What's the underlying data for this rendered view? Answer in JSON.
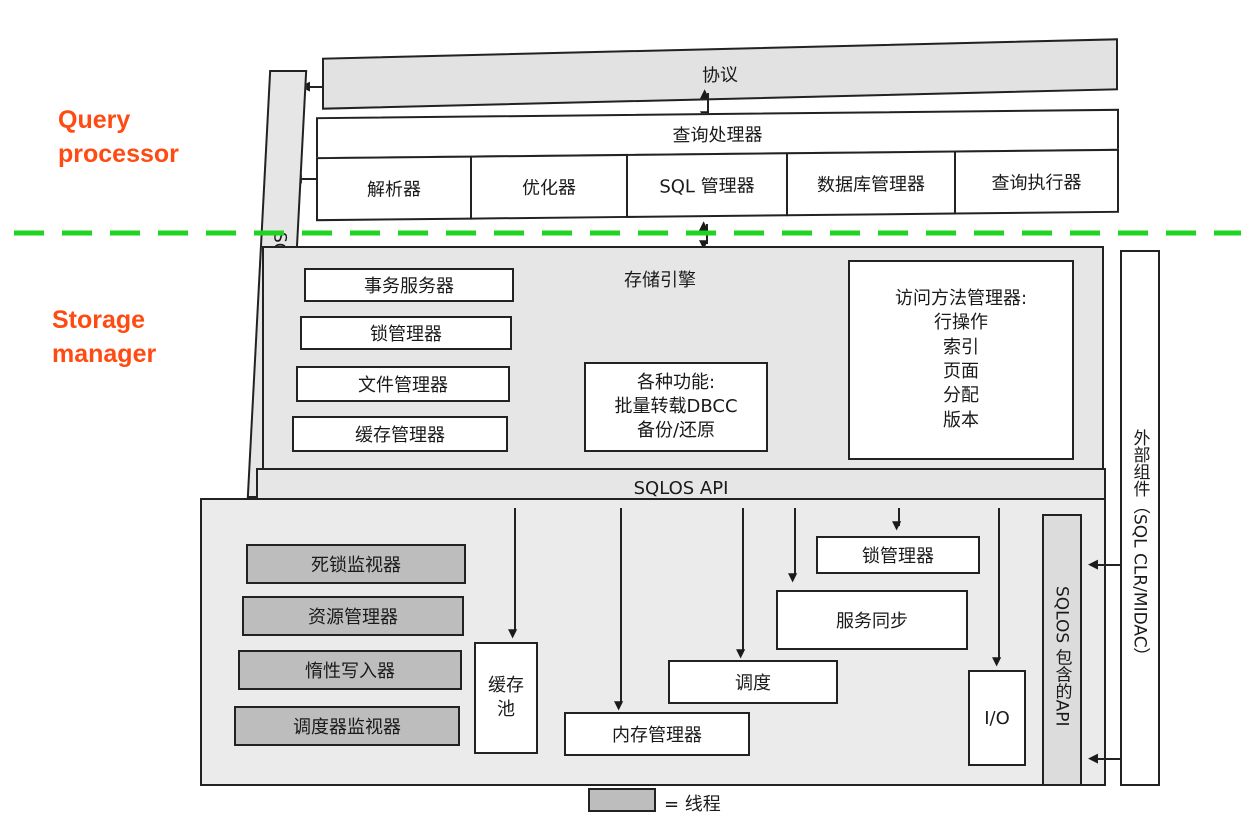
{
  "side_labels": {
    "query_processor": "Query processor",
    "storage_manager": "Storage manager"
  },
  "protocol": "协议",
  "query_processor": {
    "title": "查询处理器",
    "components": [
      "解析器",
      "优化器",
      "SQL 管理器",
      "数据库管理器",
      "查询执行器"
    ]
  },
  "sqlos_api_vertical": "SQLOS API",
  "storage_engine": {
    "title": "存储引擎",
    "left_boxes": [
      "事务服务器",
      "锁管理器",
      "文件管理器",
      "缓存管理器"
    ],
    "functions": [
      "各种功能:",
      "批量转载DBCC",
      "备份/还原"
    ],
    "access_methods": [
      "访问方法管理器:",
      "行操作",
      "索引",
      "页面",
      "分配",
      "版本"
    ]
  },
  "sqlos_api_bar": "SQLOS API",
  "sqlos": {
    "thread_boxes": [
      "死锁监视器",
      "资源管理器",
      "惰性写入器",
      "调度器监视器"
    ],
    "buffer_pool": [
      "缓存",
      "池"
    ],
    "memory_manager": "内存管理器",
    "scheduling": "调度",
    "sync_services": "服务同步",
    "lock_manager": "锁管理器",
    "io": "I/O",
    "hosting_api": "SQLOS 包含的API"
  },
  "external": "外部组件（SQL CLR/MIDAC）",
  "legend": "= 线程",
  "colors": {
    "divider": "#1ed41e",
    "side_label": "#ff4a12",
    "thread_fill": "#bdbdbd",
    "region_fill": "#e6e6e6"
  }
}
